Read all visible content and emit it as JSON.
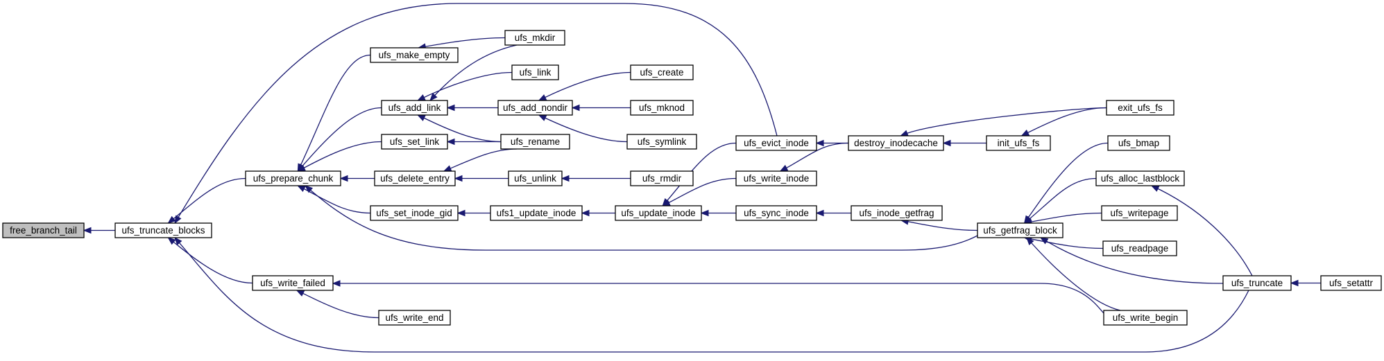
{
  "graph": {
    "root": "free_branch_tail",
    "colors": {
      "edge": "#191970",
      "root_fill": "#bfbfbf",
      "node_fill": "#ffffff"
    },
    "nodes": {
      "free_branch_tail": "free_branch_tail",
      "ufs_truncate_blocks": "ufs_truncate_blocks",
      "ufs_prepare_chunk": "ufs_prepare_chunk",
      "ufs_write_failed": "ufs_write_failed",
      "ufs_make_empty": "ufs_make_empty",
      "ufs_add_link": "ufs_add_link",
      "ufs_set_link": "ufs_set_link",
      "ufs_delete_entry": "ufs_delete_entry",
      "ufs_set_inode_gid": "ufs_set_inode_gid",
      "ufs_write_end": "ufs_write_end",
      "ufs_mkdir": "ufs_mkdir",
      "ufs_link": "ufs_link",
      "ufs_add_nondir": "ufs_add_nondir",
      "ufs_rename": "ufs_rename",
      "ufs_unlink": "ufs_unlink",
      "ufs1_update_inode": "ufs1_update_inode",
      "ufs_create": "ufs_create",
      "ufs_mknod": "ufs_mknod",
      "ufs_symlink": "ufs_symlink",
      "ufs_rmdir": "ufs_rmdir",
      "ufs_update_inode": "ufs_update_inode",
      "ufs_evict_inode": "ufs_evict_inode",
      "ufs_write_inode": "ufs_write_inode",
      "ufs_sync_inode": "ufs_sync_inode",
      "destroy_inodecache": "destroy_inodecache",
      "ufs_inode_getfrag": "ufs_inode_getfrag",
      "init_ufs_fs": "init_ufs_fs",
      "ufs_getfrag_block": "ufs_getfrag_block",
      "exit_ufs_fs": "exit_ufs_fs",
      "ufs_bmap": "ufs_bmap",
      "ufs_alloc_lastblock": "ufs_alloc_lastblock",
      "ufs_writepage": "ufs_writepage",
      "ufs_readpage": "ufs_readpage",
      "ufs_write_begin": "ufs_write_begin",
      "ufs_truncate": "ufs_truncate",
      "ufs_setattr": "ufs_setattr"
    },
    "edges": [
      [
        "free_branch_tail",
        "ufs_truncate_blocks"
      ],
      [
        "ufs_truncate_blocks",
        "ufs_prepare_chunk"
      ],
      [
        "ufs_truncate_blocks",
        "ufs_write_failed"
      ],
      [
        "ufs_truncate_blocks",
        "ufs_evict_inode"
      ],
      [
        "ufs_truncate_blocks",
        "ufs_truncate"
      ],
      [
        "ufs_prepare_chunk",
        "ufs_make_empty"
      ],
      [
        "ufs_prepare_chunk",
        "ufs_add_link"
      ],
      [
        "ufs_prepare_chunk",
        "ufs_set_link"
      ],
      [
        "ufs_prepare_chunk",
        "ufs_delete_entry"
      ],
      [
        "ufs_prepare_chunk",
        "ufs_set_inode_gid"
      ],
      [
        "ufs_prepare_chunk",
        "ufs_getfrag_block"
      ],
      [
        "ufs_write_failed",
        "ufs_write_end"
      ],
      [
        "ufs_write_failed",
        "ufs_write_begin"
      ],
      [
        "ufs_make_empty",
        "ufs_mkdir"
      ],
      [
        "ufs_add_link",
        "ufs_mkdir"
      ],
      [
        "ufs_add_link",
        "ufs_link"
      ],
      [
        "ufs_add_link",
        "ufs_add_nondir"
      ],
      [
        "ufs_add_link",
        "ufs_rename"
      ],
      [
        "ufs_set_link",
        "ufs_rename"
      ],
      [
        "ufs_delete_entry",
        "ufs_rename"
      ],
      [
        "ufs_delete_entry",
        "ufs_unlink"
      ],
      [
        "ufs_set_inode_gid",
        "ufs1_update_inode"
      ],
      [
        "ufs_add_nondir",
        "ufs_create"
      ],
      [
        "ufs_add_nondir",
        "ufs_mknod"
      ],
      [
        "ufs_add_nondir",
        "ufs_symlink"
      ],
      [
        "ufs_unlink",
        "ufs_rmdir"
      ],
      [
        "ufs1_update_inode",
        "ufs_update_inode"
      ],
      [
        "ufs_update_inode",
        "ufs_evict_inode"
      ],
      [
        "ufs_update_inode",
        "ufs_write_inode"
      ],
      [
        "ufs_update_inode",
        "ufs_sync_inode"
      ],
      [
        "ufs_evict_inode",
        "destroy_inodecache"
      ],
      [
        "ufs_write_inode",
        "destroy_inodecache"
      ],
      [
        "ufs_sync_inode",
        "ufs_inode_getfrag"
      ],
      [
        "destroy_inodecache",
        "exit_ufs_fs"
      ],
      [
        "destroy_inodecache",
        "init_ufs_fs"
      ],
      [
        "init_ufs_fs",
        "exit_ufs_fs"
      ],
      [
        "ufs_inode_getfrag",
        "ufs_getfrag_block"
      ],
      [
        "ufs_getfrag_block",
        "ufs_bmap"
      ],
      [
        "ufs_getfrag_block",
        "ufs_alloc_lastblock"
      ],
      [
        "ufs_getfrag_block",
        "ufs_writepage"
      ],
      [
        "ufs_getfrag_block",
        "ufs_readpage"
      ],
      [
        "ufs_getfrag_block",
        "ufs_write_begin"
      ],
      [
        "ufs_getfrag_block",
        "ufs_truncate"
      ],
      [
        "ufs_alloc_lastblock",
        "ufs_truncate"
      ],
      [
        "ufs_truncate",
        "ufs_setattr"
      ]
    ]
  }
}
